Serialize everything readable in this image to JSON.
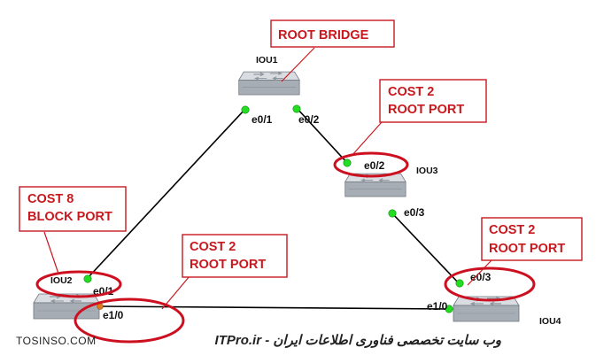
{
  "colors": {
    "link": "#000000",
    "port_dot": "#22dd22",
    "port_dot_stroke": "#0a8a0a",
    "callout_border": "#c8181e",
    "callout_text": "#c8181e",
    "highlight_ellipse": "#cc1020",
    "switch_top": "#d9dde2",
    "switch_front": "#9ea4ac",
    "switch_side": "#7d838b"
  },
  "devices": {
    "iou1": "IOU1",
    "iou2": "IOU2",
    "iou3": "IOU3",
    "iou4": "IOU4"
  },
  "ports": {
    "iou1_e0_1": "e0/1",
    "iou1_e0_2": "e0/2",
    "iou3_e0_2": "e0/2",
    "iou3_e0_3": "e0/3",
    "iou4_e0_3": "e0/3",
    "iou4_e1_0": "e1/0",
    "iou2_e0_1": "e0/1",
    "iou2_e1_0": "e1/0"
  },
  "callouts": {
    "root_bridge": "ROOT BRIDGE",
    "iou3_cost": "COST 2",
    "iou3_role": "ROOT PORT",
    "iou4_cost": "COST 2",
    "iou4_role": "ROOT PORT",
    "iou2_cost": "COST 8",
    "iou2_role": "BLOCK PORT",
    "iou2_e1_cost": "COST 2",
    "iou2_e1_role": "ROOT PORT"
  },
  "footer": {
    "left": "TOSINSO.COM",
    "right": "ITPro.ir - وب سایت تخصصی فناوری اطلاعات ایران"
  }
}
